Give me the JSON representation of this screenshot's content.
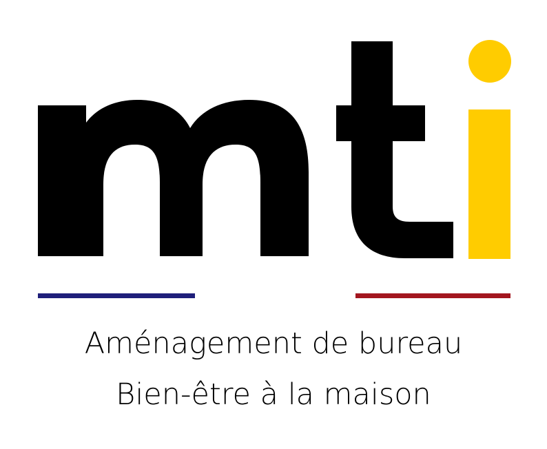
{
  "logo": {
    "wordmark": "mti",
    "colors": {
      "letters": "#000000",
      "i_accent": "#FFCC00",
      "left_rule": "#1F1F7A",
      "right_rule": "#A3161F",
      "background": "#FFFFFF"
    }
  },
  "tagline": {
    "line1": "Aménagement de bureau",
    "line2": "Bien-être à la maison"
  }
}
